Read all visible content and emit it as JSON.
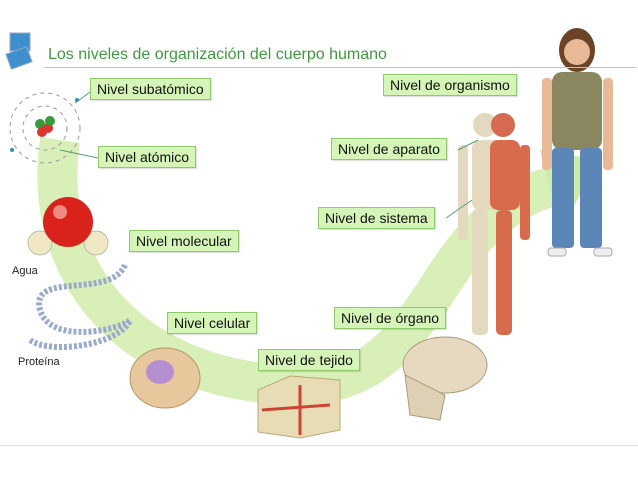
{
  "title": "Los niveles de organización del cuerpo humano",
  "levels": {
    "subatomic": "Nivel subatómico",
    "atomic": "Nivel atómico",
    "molecular": "Nivel molecular",
    "cellular": "Nivel celular",
    "tissue": "Nivel de tejido",
    "organ": "Nivel de órgano",
    "system": "Nivel de sistema",
    "apparatus": "Nivel de aparato",
    "organism": "Nivel de organismo"
  },
  "captions": {
    "water": "Agua",
    "protein": "Proteína"
  },
  "colors": {
    "title": "#3f9a3f",
    "label_bg": "#d5f5b8",
    "arrow": "#d3eeb0"
  }
}
